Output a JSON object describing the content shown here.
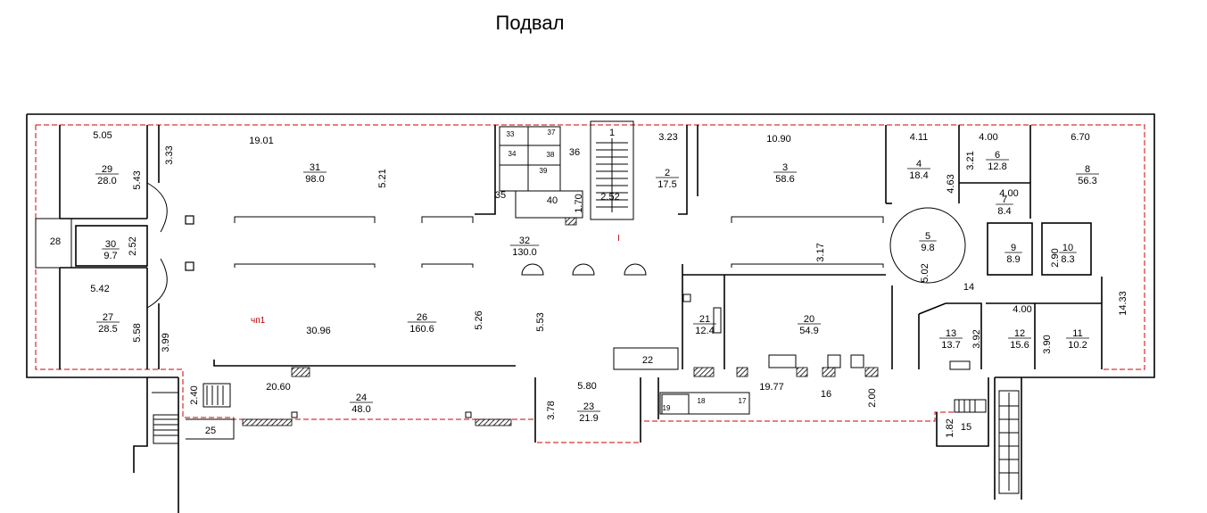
{
  "title": "Подвал",
  "red_label": "чп1",
  "red_mark": "I",
  "rooms": [
    {
      "num": "29",
      "area": "28.0"
    },
    {
      "num": "31",
      "area": "98.0"
    },
    {
      "num": "2",
      "area": "17.5"
    },
    {
      "num": "3",
      "area": "58.6"
    },
    {
      "num": "4",
      "area": "18.4"
    },
    {
      "num": "6",
      "area": "12.8"
    },
    {
      "num": "8",
      "area": "56.3"
    },
    {
      "num": "7",
      "area": "8.4"
    },
    {
      "num": "30",
      "area": "9.7"
    },
    {
      "num": "32",
      "area": "130.0"
    },
    {
      "num": "5",
      "area": "9.8"
    },
    {
      "num": "9",
      "area": "8.9"
    },
    {
      "num": "10",
      "area": "8.3"
    },
    {
      "num": "27",
      "area": "28.5"
    },
    {
      "num": "26",
      "area": "160.6"
    },
    {
      "num": "21",
      "area": "12.4"
    },
    {
      "num": "20",
      "area": "54.9"
    },
    {
      "num": "13",
      "area": "13.7"
    },
    {
      "num": "12",
      "area": "15.6"
    },
    {
      "num": "11",
      "area": "10.2"
    },
    {
      "num": "24",
      "area": "48.0"
    },
    {
      "num": "23",
      "area": "21.9"
    }
  ],
  "labels": {
    "r1": "1",
    "r28": "28",
    "r35": "35",
    "r36": "36",
    "r40": "40",
    "r14": "14",
    "r22": "22",
    "r25": "25",
    "r16": "16",
    "r15": "15",
    "r19": "19",
    "r33": "33",
    "r34": "34",
    "r37": "37",
    "r38": "38",
    "r39": "39",
    "r18": "18",
    "r17": "17"
  },
  "dims": {
    "d505": "5.05",
    "d1901": "19.01",
    "d323": "3.23",
    "d1090": "10.90",
    "d411": "4.11",
    "d400a": "4.00",
    "d670": "6.70",
    "d333": "3.33",
    "d543": "5.43",
    "d521": "5.21",
    "d252a": "2.52",
    "d463": "4.63",
    "d321": "3.21",
    "d400b": "4.00",
    "d252b": "2.52",
    "d170": "1.70",
    "d317": "3.17",
    "d502": "5.02",
    "d290": "2.90",
    "d1433": "14.33",
    "d542": "5.42",
    "d558": "5.58",
    "d399": "3.99",
    "d3096": "30.96",
    "d526": "5.26",
    "d553": "5.53",
    "d400c": "4.00",
    "d392": "3.92",
    "d390": "3.90",
    "d240": "2.40",
    "d2060": "20.60",
    "d580": "5.80",
    "d378": "3.78",
    "d1977": "19.77",
    "d200": "2.00",
    "d182": "1.82"
  }
}
